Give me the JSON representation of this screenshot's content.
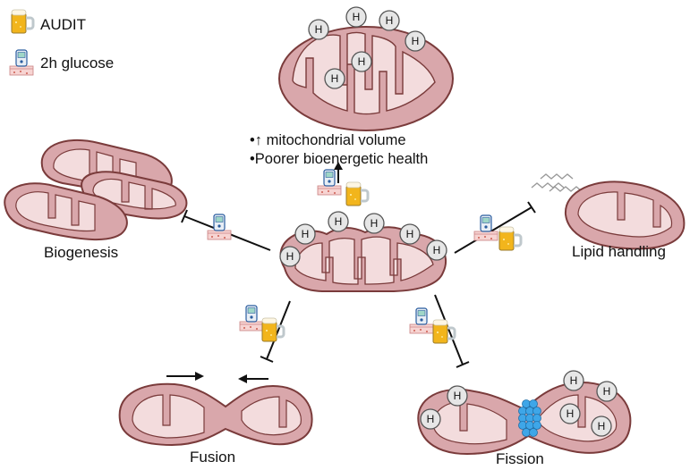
{
  "legend": {
    "audit_label": "AUDIT",
    "glucose_label": "2h glucose"
  },
  "effects": {
    "line1": "•↑  mitochondrial volume",
    "line2": "•Poorer bioenergetic health"
  },
  "processes": {
    "biogenesis": "Biogenesis",
    "lipid_handling": "Lipid handling",
    "fusion": "Fusion",
    "fission": "Fission"
  },
  "h_label": "H",
  "colors": {
    "mito_outer": "#d9a7ab",
    "mito_inner": "#f3dcdd",
    "mito_stroke": "#7a3b3b",
    "h_fill": "#e6e6e6",
    "beer": "#f2b51c",
    "drp1": "#3ea6e8"
  }
}
